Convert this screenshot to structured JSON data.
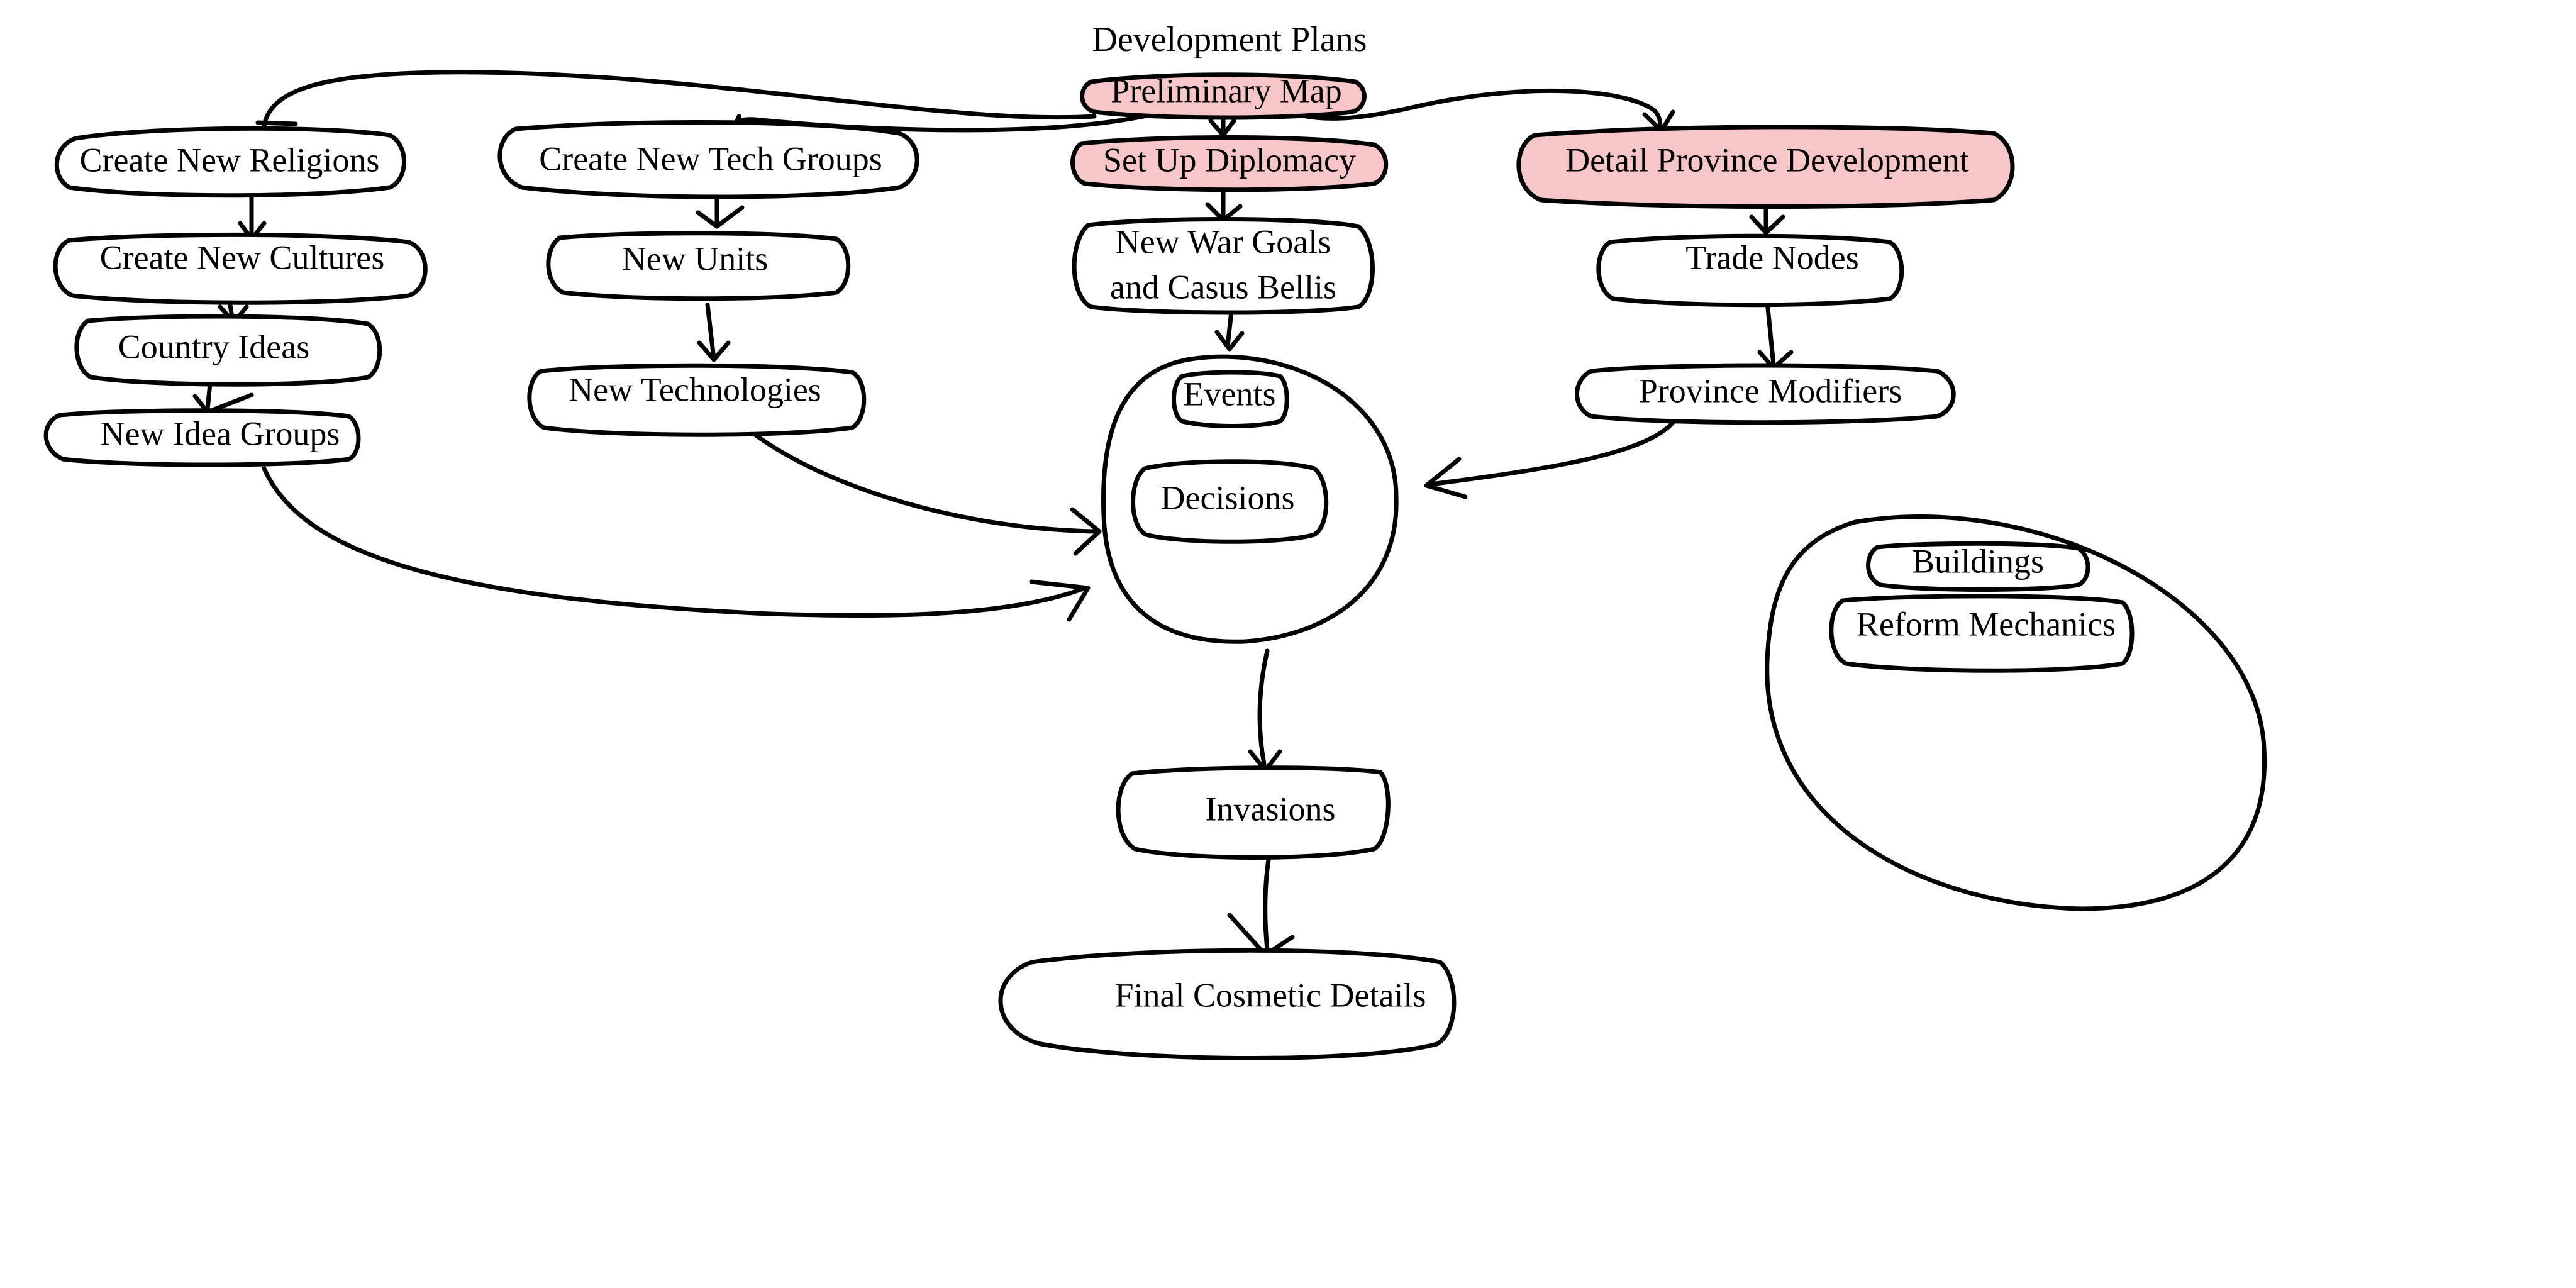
{
  "diagram": {
    "title": "Development Plans",
    "highlight_color": "#f7c6c8",
    "stroke_color": "#000000",
    "nodes": {
      "preliminary_map": "Preliminary Map",
      "create_new_religions": "Create New Religions",
      "create_new_tech_groups": "Create New Tech Groups",
      "set_up_diplomacy": "Set Up Diplomacy",
      "detail_province_development": "Detail Province Development",
      "create_new_cultures": "Create New Cultures",
      "new_units": "New Units",
      "new_war_goals_line1": "New War Goals",
      "new_war_goals_line2": "and Casus Bellis",
      "trade_nodes": "Trade Nodes",
      "country_ideas": "Country Ideas",
      "new_technologies": "New Technologies",
      "events": "Events",
      "province_modifiers": "Province Modifiers",
      "new_idea_groups": "New Idea Groups",
      "decisions": "Decisions",
      "buildings": "Buildings",
      "reform_mechanics": "Reform Mechanics",
      "invasions": "Invasions",
      "final_cosmetic_details": "Final Cosmetic Details"
    }
  }
}
